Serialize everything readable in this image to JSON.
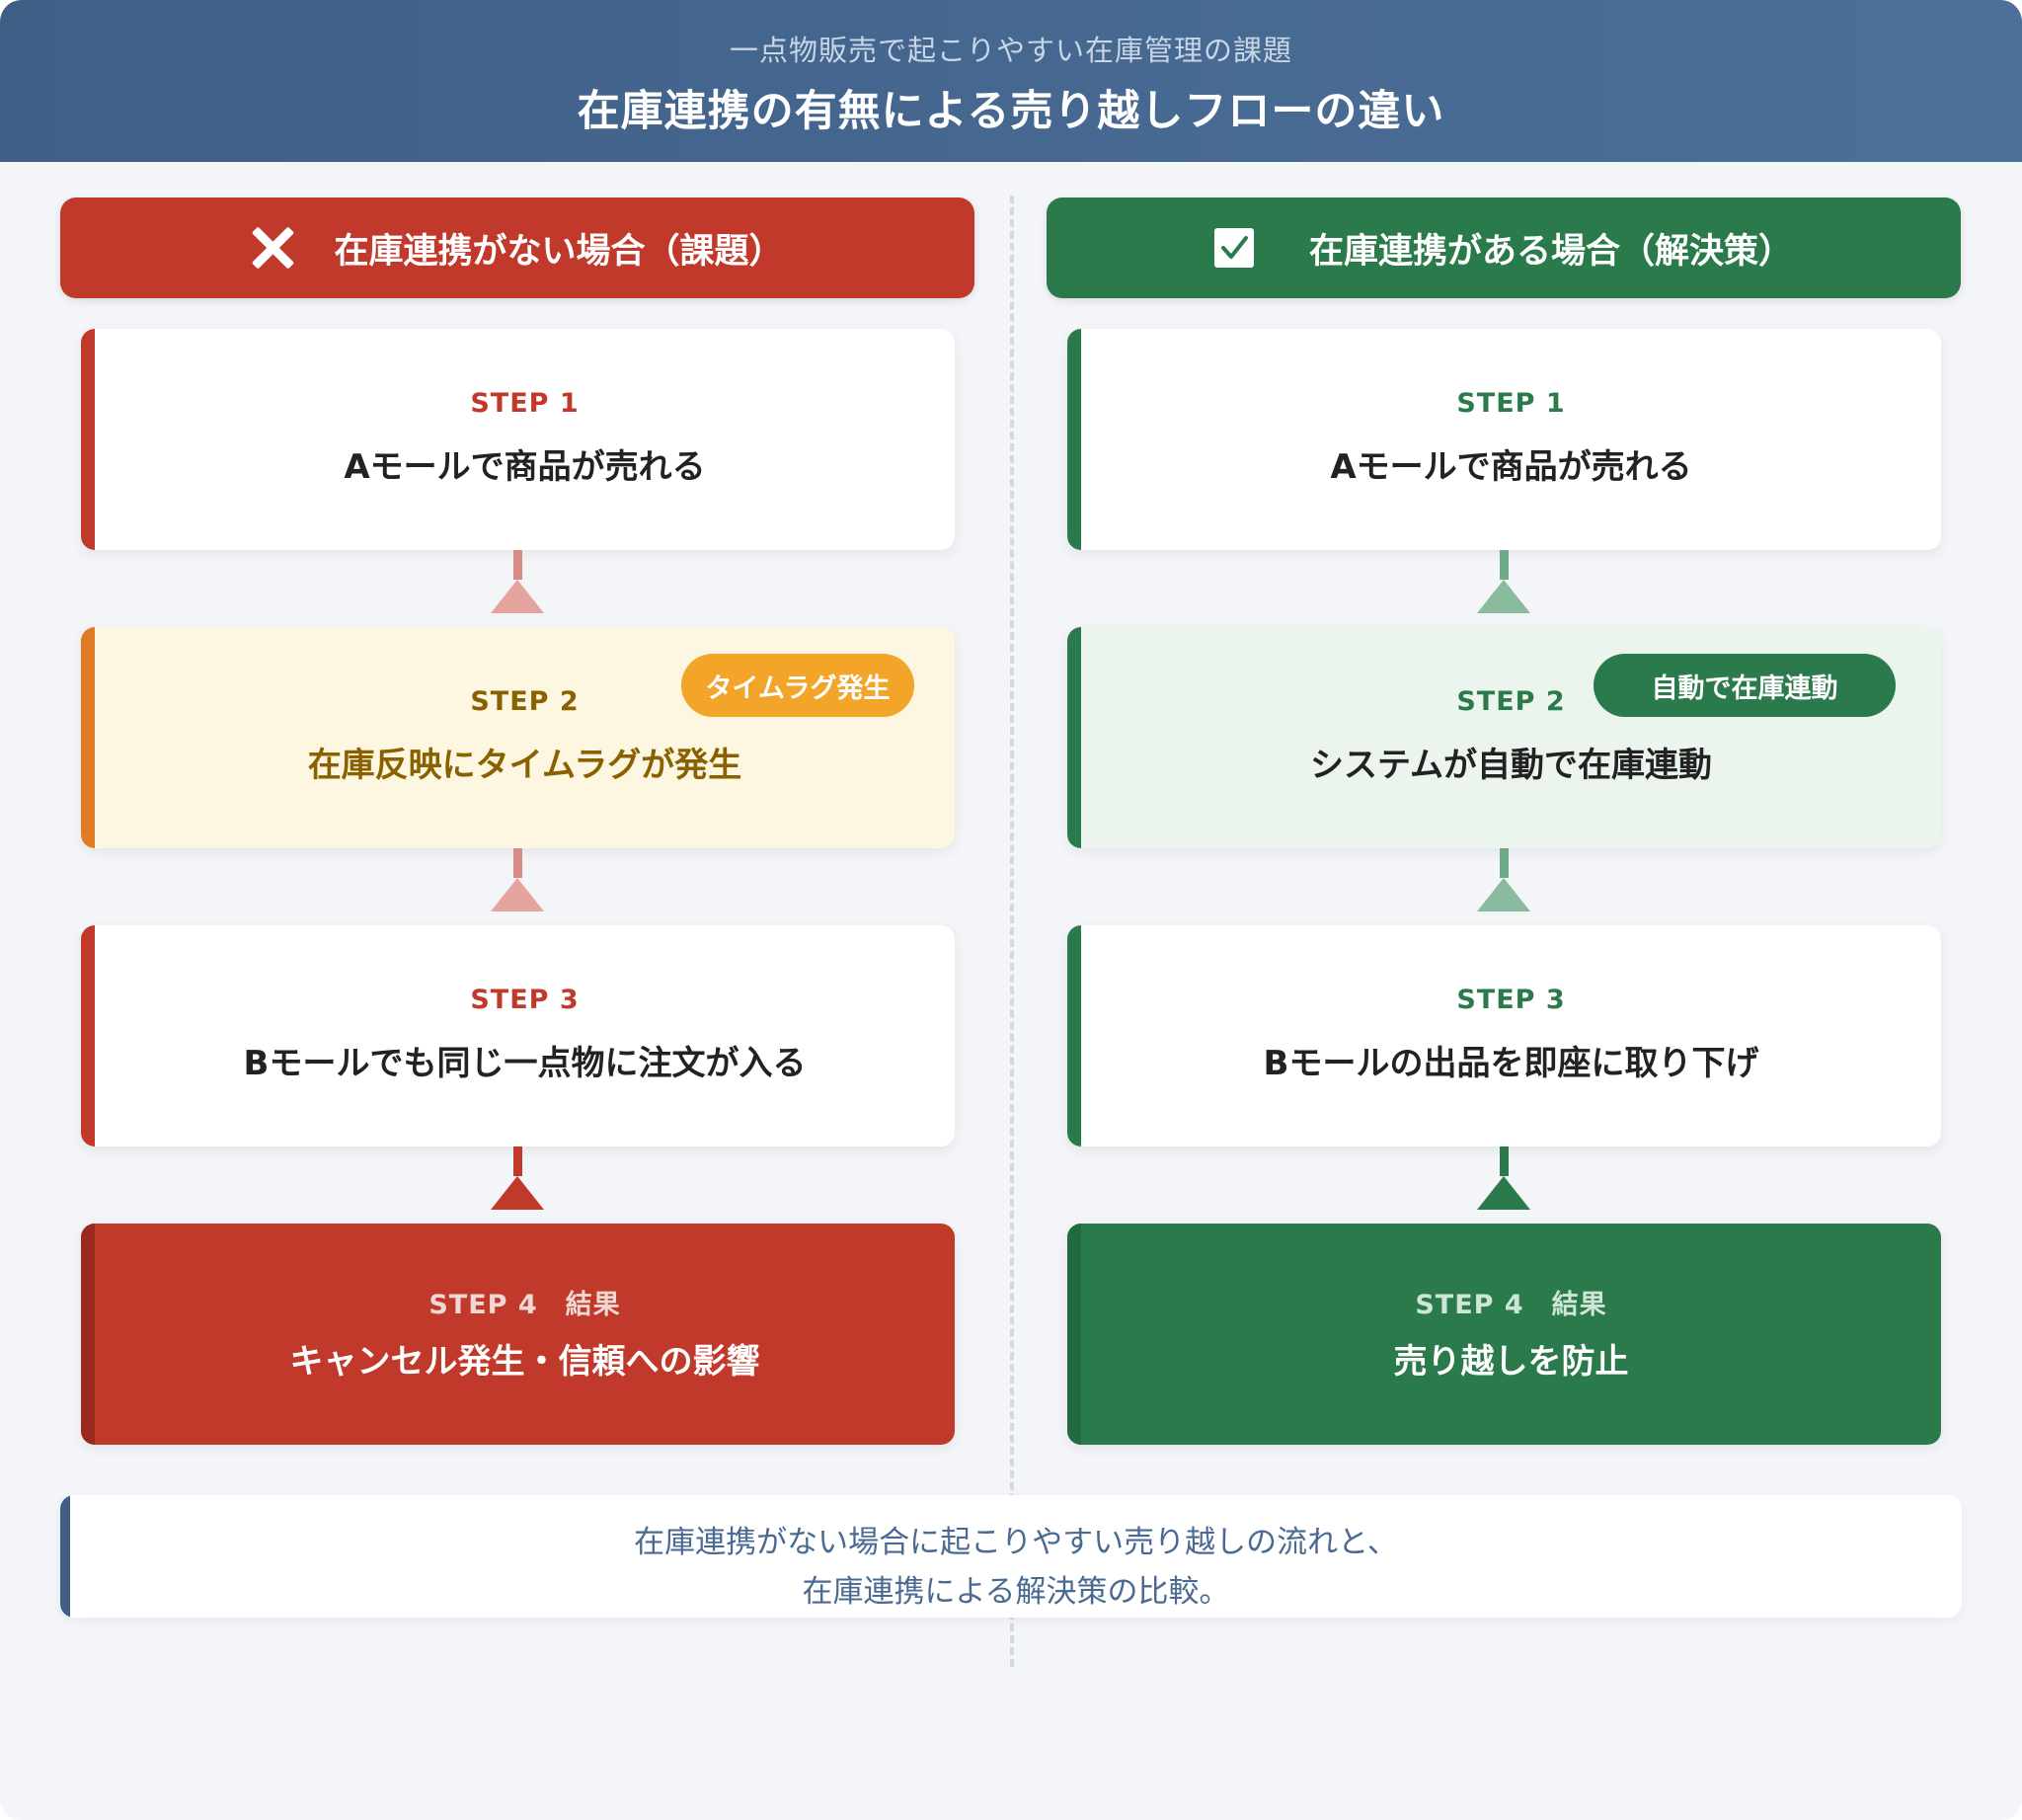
{
  "header": {
    "subtitle": "一点物販売で起こりやすい在庫管理の課題",
    "title": "在庫連携の有無による売り越しフローの違い"
  },
  "left_column": {
    "heading": "在庫連携がない場合（課題）",
    "icon": "x-icon",
    "accent_color": "#c0392b",
    "steps": [
      {
        "step": "STEP 1",
        "text": "Aモールで商品が売れる"
      },
      {
        "step": "STEP 2",
        "text": "在庫反映にタイムラグが発生",
        "badge": "タイムラグ発生"
      },
      {
        "step": "STEP 3",
        "text": "Bモールでも同じ一点物に注文が入る"
      },
      {
        "step": "STEP 4　結果",
        "text": "キャンセル発生・信頼への影響"
      }
    ]
  },
  "right_column": {
    "heading": "在庫連携がある場合（解決策）",
    "icon": "check-icon",
    "accent_color": "#2b7a4b",
    "steps": [
      {
        "step": "STEP 1",
        "text": "Aモールで商品が売れる"
      },
      {
        "step": "STEP 2",
        "text": "システムが自動で在庫連動",
        "badge": "自動で在庫連動"
      },
      {
        "step": "STEP 3",
        "text": "Bモールの出品を即座に取り下げ"
      },
      {
        "step": "STEP 4　結果",
        "text": "売り越しを防止"
      }
    ]
  },
  "note": {
    "line1": "在庫連携がない場合に起こりやすい売り越しの流れと、",
    "line2": "在庫連携による解決策の比較。"
  }
}
